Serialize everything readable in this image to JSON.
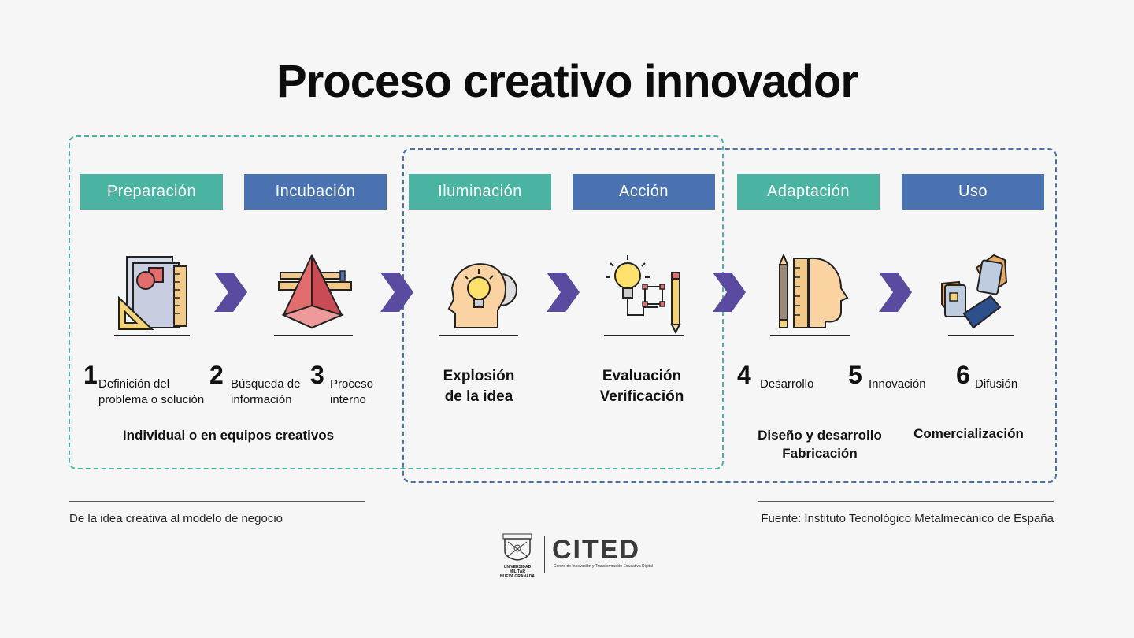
{
  "title": "Proceso creativo innovador",
  "colors": {
    "green": "#4ab3a1",
    "blue": "#4a72b0",
    "arrow": "#5a4aa0"
  },
  "stages": [
    {
      "label": "Preparación",
      "color": "green"
    },
    {
      "label": "Incubación",
      "color": "blue"
    },
    {
      "label": "Iluminación",
      "color": "green"
    },
    {
      "label": "Acción",
      "color": "blue"
    },
    {
      "label": "Adaptación",
      "color": "green"
    },
    {
      "label": "Uso",
      "color": "blue"
    }
  ],
  "icons": [
    "drafting-tools-icon",
    "pyramid-geometry-icon",
    "head-lightbulb-gear-icon",
    "lightbulb-pencil-icon",
    "head-ruler-pencil-icon",
    "hands-phones-icon"
  ],
  "steps": [
    {
      "num": "1",
      "line1": "Definición del",
      "line2": "problema o solución"
    },
    {
      "num": "2",
      "line1": "Búsqueda de",
      "line2": "información"
    },
    {
      "num": "3",
      "line1": "Proceso",
      "line2": "interno"
    },
    {
      "num": "4",
      "line1": "Desarrollo"
    },
    {
      "num": "5",
      "line1": "Innovación"
    },
    {
      "num": "6",
      "line1": "Difusión"
    }
  ],
  "center_labels": {
    "explosion": [
      "Explosión",
      "de la idea"
    ],
    "evaluacion": [
      "Evaluación",
      "Verificación"
    ]
  },
  "group_labels": {
    "individual": "Individual o en equipos creativos",
    "diseno": [
      "Diseño y desarrollo",
      "Fabricación"
    ],
    "comercializacion": "Comercialización"
  },
  "footer": {
    "left": "De la idea creativa al modelo de negocio",
    "right": "Fuente: Instituto Tecnológico Metalmecánico de España"
  },
  "logos": {
    "university_line1": "UNIVERSIDAD MILITAR",
    "university_line2": "NUEVA GRANADA",
    "cited": "CITED",
    "cited_sub": "Centro de Innovación y Transformación Educativa Digital"
  }
}
